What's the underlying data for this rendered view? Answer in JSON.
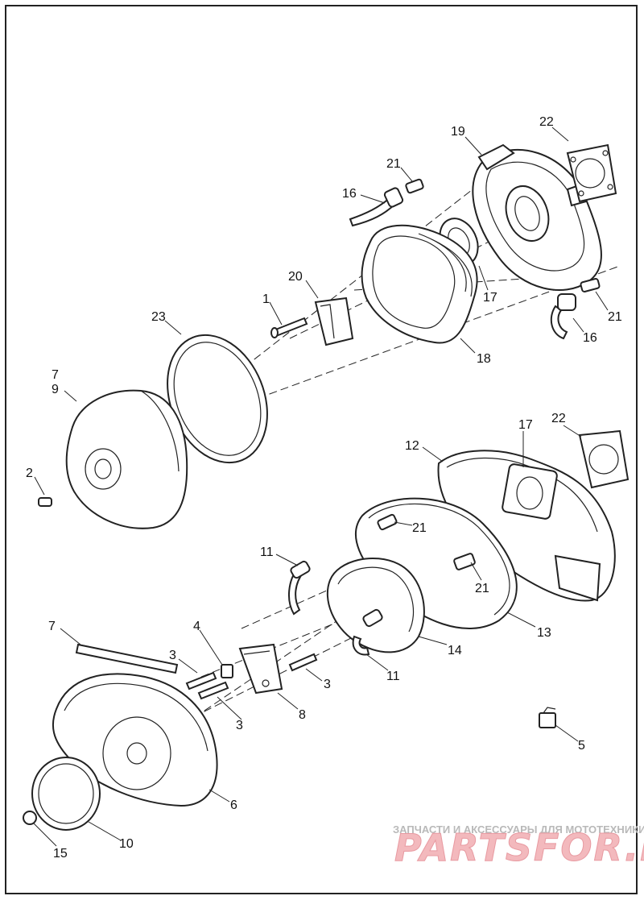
{
  "callouts": [
    {
      "id": "c19",
      "label": "19"
    },
    {
      "id": "c22a",
      "label": "22"
    },
    {
      "id": "c21a",
      "label": "21"
    },
    {
      "id": "c16a",
      "label": "16"
    },
    {
      "id": "c20",
      "label": "20"
    },
    {
      "id": "c1",
      "label": "1"
    },
    {
      "id": "c17a",
      "label": "17"
    },
    {
      "id": "c21b",
      "label": "21"
    },
    {
      "id": "c16b",
      "label": "16"
    },
    {
      "id": "c18",
      "label": "18"
    },
    {
      "id": "c23",
      "label": "23"
    },
    {
      "id": "c7a",
      "label": "7"
    },
    {
      "id": "c9",
      "label": "9"
    },
    {
      "id": "c2",
      "label": "2"
    },
    {
      "id": "c12",
      "label": "12"
    },
    {
      "id": "c17b",
      "label": "17"
    },
    {
      "id": "c22b",
      "label": "22"
    },
    {
      "id": "c21c",
      "label": "21"
    },
    {
      "id": "c11a",
      "label": "11"
    },
    {
      "id": "c21d",
      "label": "21"
    },
    {
      "id": "c7b",
      "label": "7"
    },
    {
      "id": "c4",
      "label": "4"
    },
    {
      "id": "c3a",
      "label": "3"
    },
    {
      "id": "c13",
      "label": "13"
    },
    {
      "id": "c14",
      "label": "14"
    },
    {
      "id": "c3b",
      "label": "3"
    },
    {
      "id": "c11b",
      "label": "11"
    },
    {
      "id": "c3c",
      "label": "3"
    },
    {
      "id": "c8",
      "label": "8"
    },
    {
      "id": "c5",
      "label": "5"
    },
    {
      "id": "c6",
      "label": "6"
    },
    {
      "id": "c10",
      "label": "10"
    },
    {
      "id": "c15",
      "label": "15"
    }
  ],
  "watermark": {
    "tagline": "ЗАПЧАСТИ И АКСЕССУАРЫ ДЛЯ МОТОТЕХНИКИ",
    "logo": "PARTSFOR.RU"
  }
}
